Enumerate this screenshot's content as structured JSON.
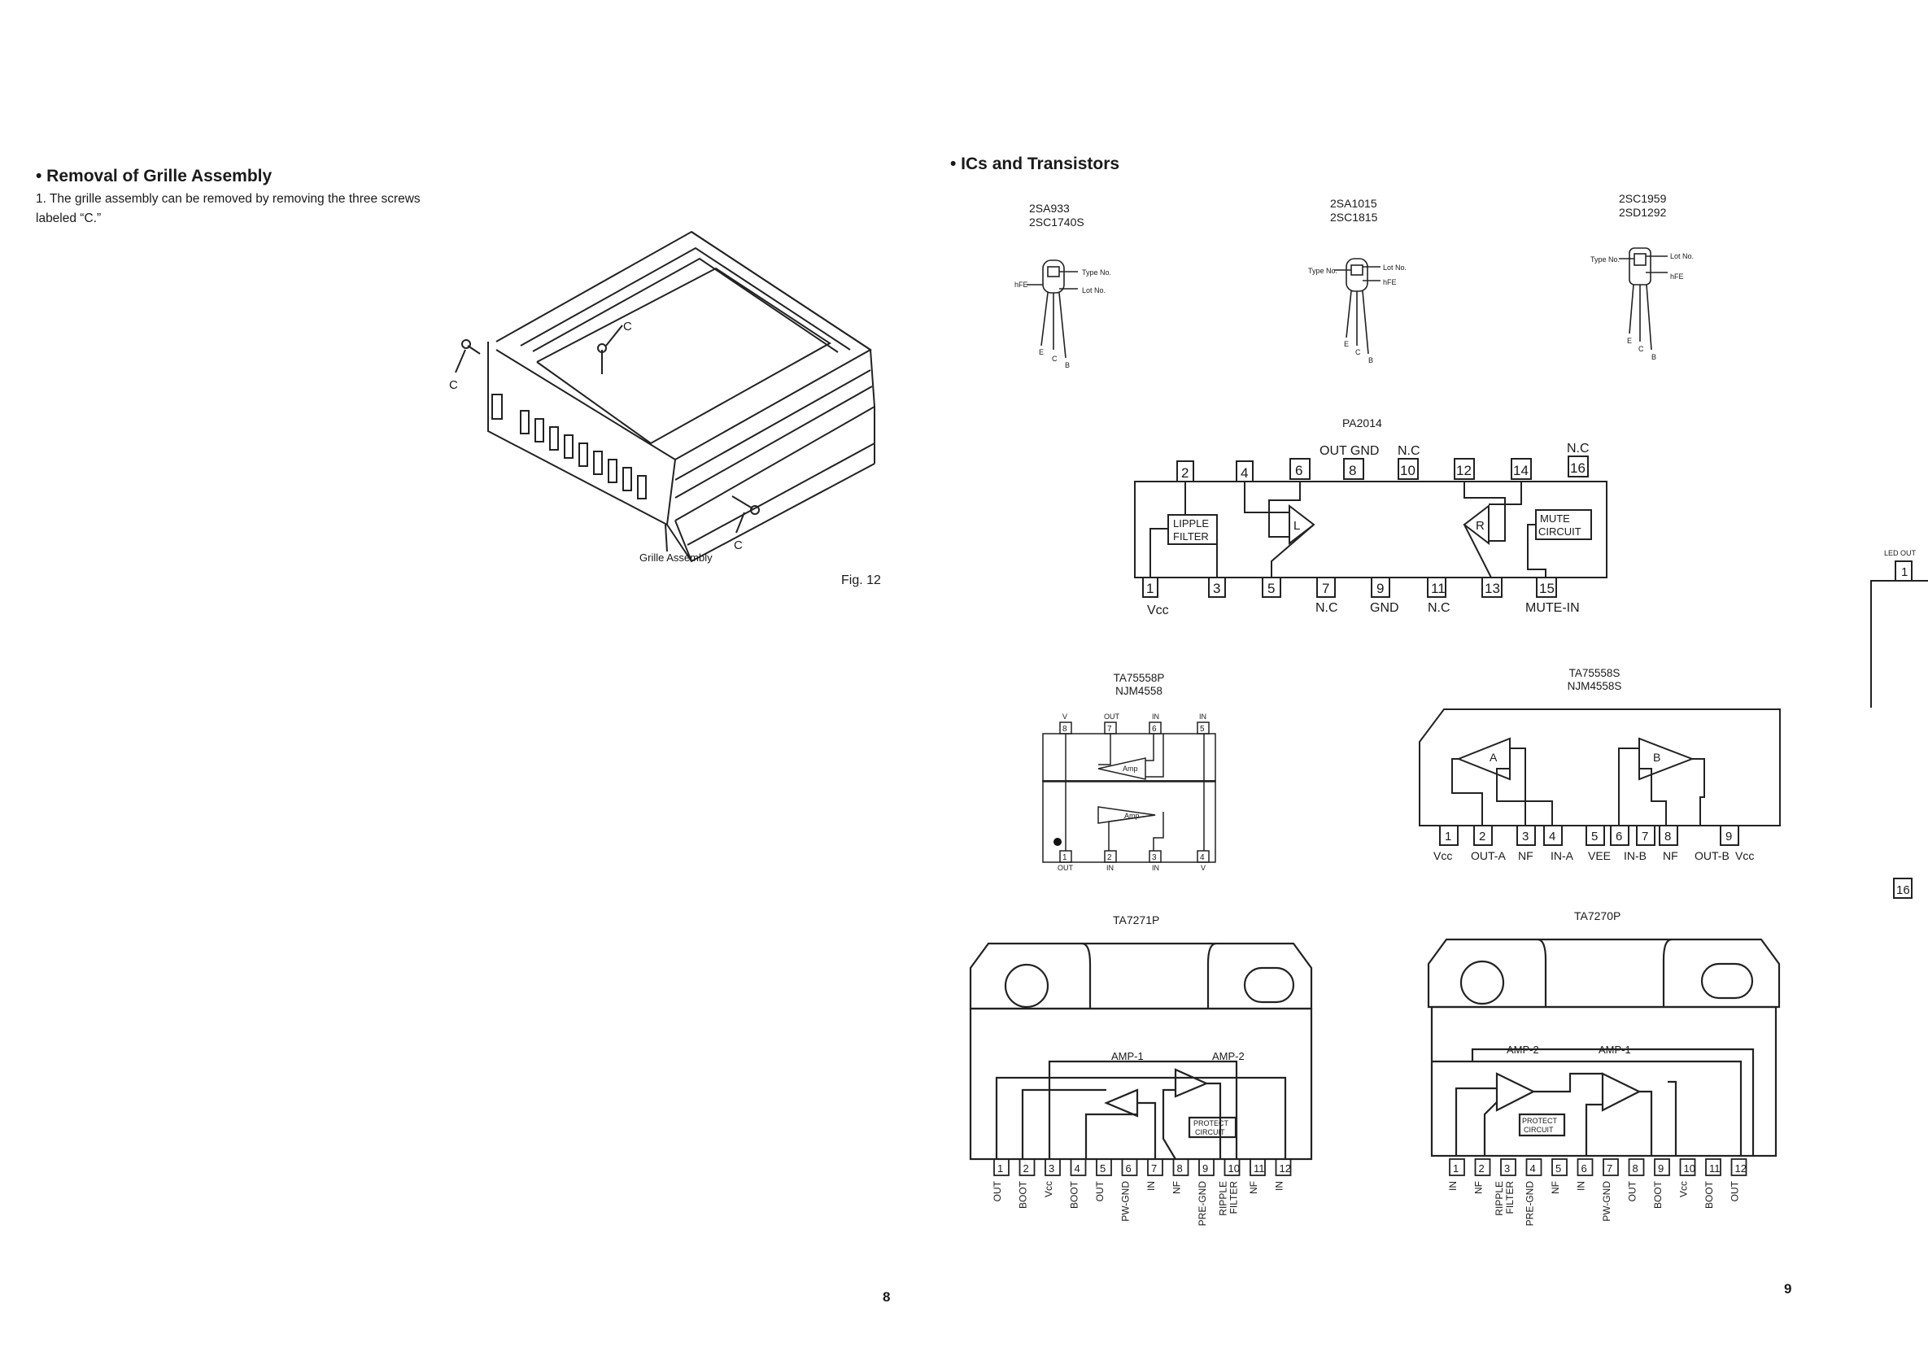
{
  "left_page": {
    "heading": "• Removal of Grille Assembly",
    "instruction": "1. The grille assembly can be removed by removing the three screws labeled “C.”",
    "figure": {
      "callout": "C",
      "grille_label": "Grille Assembly",
      "caption": "Fig. 12"
    },
    "page_number": "8"
  },
  "right_page": {
    "heading": "• ICs and Transistors",
    "transistors": [
      {
        "names": [
          "2SA933",
          "2SC1740S"
        ],
        "hfe": "hFE",
        "type_no": "Type No.",
        "lot_no": "Lot No.",
        "pins": [
          "E",
          "C",
          "B"
        ]
      },
      {
        "names": [
          "2SA1015",
          "2SC1815"
        ],
        "hfe": "hFE",
        "type_no": "Type No.",
        "lot_no": "Lot No.",
        "pins": [
          "E",
          "C",
          "B"
        ]
      },
      {
        "names": [
          "2SC1959",
          "2SD1292"
        ],
        "hfe": "hFE",
        "type_no": "Type No.",
        "lot_no": "Lot No.",
        "pins": [
          "E",
          "C",
          "B"
        ]
      }
    ],
    "pa2014": {
      "name": "PA2014",
      "top_pins": [
        "2",
        "4",
        "6",
        "8",
        "10",
        "12",
        "14",
        "16"
      ],
      "bottom_pins": [
        "1",
        "3",
        "5",
        "7",
        "9",
        "11",
        "13",
        "15"
      ],
      "top_labels": {
        "p8": "OUT GND",
        "p10": "N.C",
        "p16": "N.C"
      },
      "bottom_labels": {
        "p1": "Vcc",
        "p7": "N.C",
        "p9": "GND",
        "p11": "N.C",
        "p15": "MUTE-IN"
      },
      "blocks": {
        "lipple": "LIPPLE",
        "filter": "FILTER",
        "mute": "MUTE",
        "circuit": "CIRCUIT",
        "amp_l": "L",
        "amp_r": "R"
      }
    },
    "ta75558p": {
      "names": [
        "TA75558P",
        "NJM4558"
      ],
      "top_pins": [
        "8",
        "7",
        "6",
        "5"
      ],
      "top_labels": [
        "V",
        "OUT",
        "IN",
        "IN"
      ],
      "bottom_pins": [
        "1",
        "2",
        "3",
        "4"
      ],
      "bottom_labels": [
        "OUT",
        "IN",
        "IN",
        "V"
      ],
      "amp": "Amp"
    },
    "ta75558s": {
      "names": [
        "TA75558S",
        "NJM4558S"
      ],
      "pins": [
        "1",
        "2",
        "3",
        "4",
        "5",
        "6",
        "7",
        "8",
        "9"
      ],
      "pin_labels": [
        "Vcc",
        "OUT-A",
        "NF",
        "IN-A",
        "VEE",
        "IN-B",
        "NF",
        "OUT-B",
        "Vcc"
      ],
      "amp_a": "A",
      "amp_b": "B"
    },
    "ta7271p": {
      "name": "TA7271P",
      "amp1": "AMP-1",
      "amp2": "AMP-2",
      "protect": "PROTECT",
      "circuit": "CIRCUIT",
      "pins": [
        "1",
        "2",
        "3",
        "4",
        "5",
        "6",
        "7",
        "8",
        "9",
        "10",
        "11",
        "12"
      ],
      "pin_labels": [
        "OUT",
        "BOOT",
        "Vcc",
        "BOOT",
        "OUT",
        "PW-GND",
        "IN",
        "NF",
        "PRE-GND",
        "RIPPLE FILTER",
        "NF",
        "IN"
      ]
    },
    "ta7270p": {
      "name": "TA7270P",
      "amp1": "AMP-1",
      "amp2": "AMP-2",
      "protect": "PROTECT",
      "circuit": "CIRCUIT",
      "pins": [
        "1",
        "2",
        "3",
        "4",
        "5",
        "6",
        "7",
        "8",
        "9",
        "10",
        "11",
        "12"
      ],
      "pin_labels": [
        "IN",
        "NF",
        "RIPPLE FILTER",
        "PRE-GND",
        "NF",
        "IN",
        "PW-GND",
        "OUT",
        "BOOT",
        "Vcc",
        "BOOT",
        "OUT"
      ]
    },
    "next_page_fragment": {
      "led_out": "LED OUT",
      "pin1": "1",
      "pin16": "16"
    },
    "page_number": "9"
  }
}
